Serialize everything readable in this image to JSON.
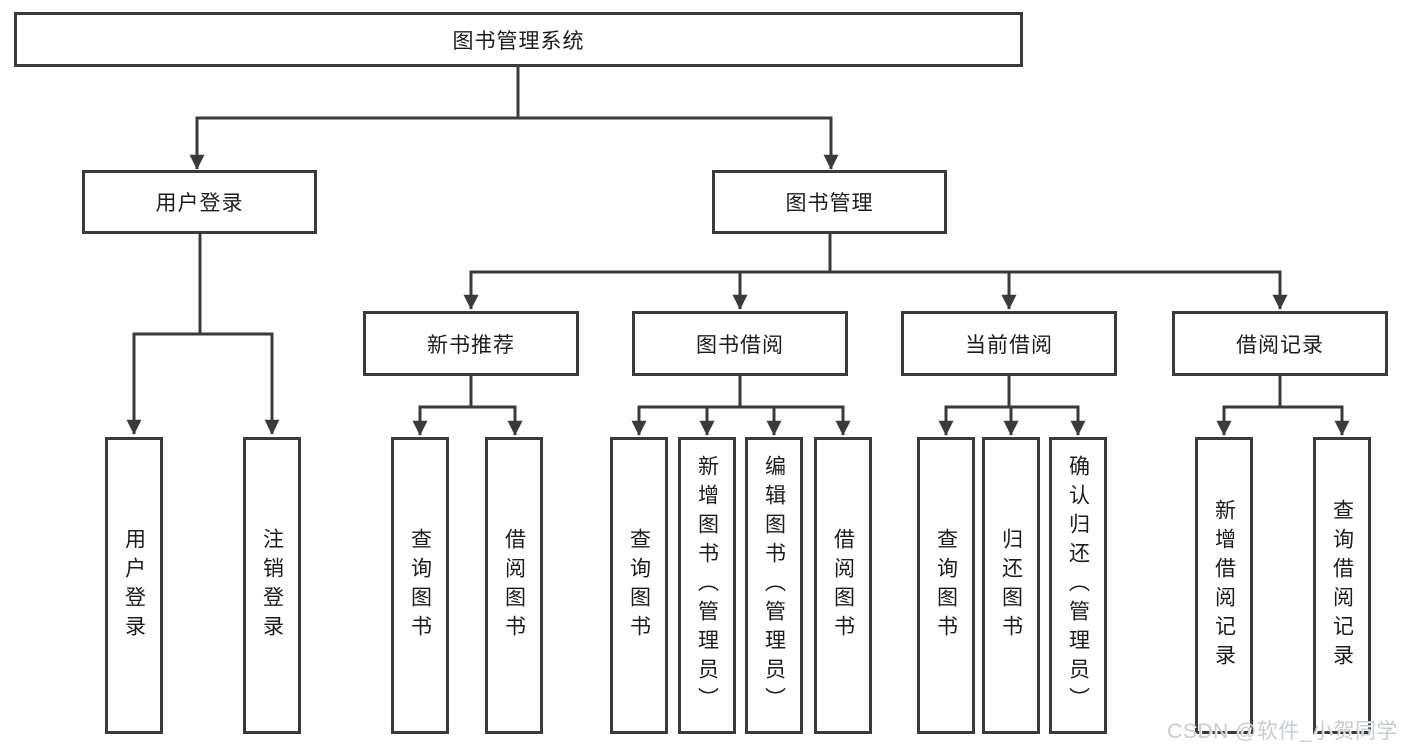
{
  "tree": {
    "label": "图书管理系统",
    "children": [
      {
        "label": "用户登录",
        "children": [
          {
            "label": "用户登录"
          },
          {
            "label": "注销登录"
          }
        ]
      },
      {
        "label": "图书管理",
        "children": [
          {
            "label": "新书推荐",
            "children": [
              {
                "label": "查询图书"
              },
              {
                "label": "借阅图书"
              }
            ]
          },
          {
            "label": "图书借阅",
            "children": [
              {
                "label": "查询图书"
              },
              {
                "label": "新增图书（管理员）"
              },
              {
                "label": "编辑图书（管理员）"
              },
              {
                "label": "借阅图书"
              }
            ]
          },
          {
            "label": "当前借阅",
            "children": [
              {
                "label": "查询图书"
              },
              {
                "label": "归还图书"
              },
              {
                "label": "确认归还（管理员）"
              }
            ]
          },
          {
            "label": "借阅记录",
            "children": [
              {
                "label": "新增借阅记录"
              },
              {
                "label": "查询借阅记录"
              }
            ]
          }
        ]
      }
    ]
  },
  "watermark": {
    "text": "CSDN @软件_小贺同学"
  },
  "colors": {
    "line": "#3a3a3a",
    "text": "#1c1c1c",
    "background": "#ffffff",
    "watermark": "#c7ccd1"
  }
}
